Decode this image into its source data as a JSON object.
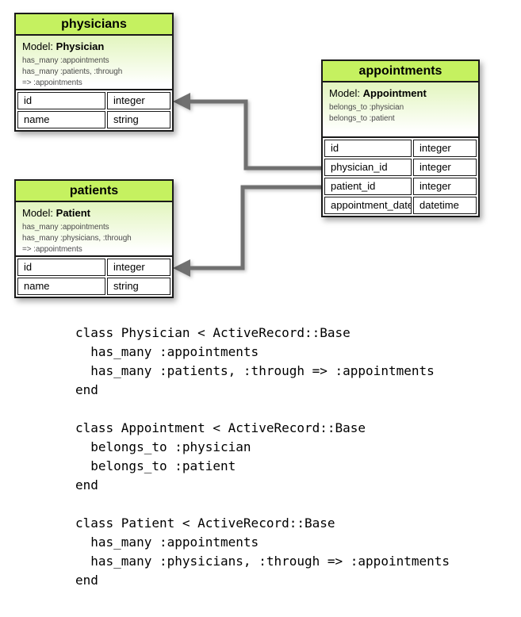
{
  "diagram": {
    "colors": {
      "header_green": "#c5f160",
      "model_gradient_top": "#e2f5be",
      "border": "#1a1a1a",
      "arrow_gray": "#707070",
      "association_text": "#4d4d4d"
    },
    "tables": [
      {
        "title": "physicians",
        "model_label": "Model:",
        "model_name": "Physician",
        "associations": [
          "has_many :appointments",
          "has_many :patients, :through",
          "=> :appointments"
        ],
        "columns": [
          {
            "name": "id",
            "type": "integer"
          },
          {
            "name": "name",
            "type": "string"
          }
        ]
      },
      {
        "title": "appointments",
        "model_label": "Model:",
        "model_name": "Appointment",
        "associations": [
          "belongs_to :physician",
          "belongs_to :patient"
        ],
        "columns": [
          {
            "name": "id",
            "type": "integer"
          },
          {
            "name": "physician_id",
            "type": "integer"
          },
          {
            "name": "patient_id",
            "type": "integer"
          },
          {
            "name": "appointment_date",
            "type": "datetime"
          }
        ]
      },
      {
        "title": "patients",
        "model_label": "Model:",
        "model_name": "Patient",
        "associations": [
          "has_many :appointments",
          "has_many :physicians, :through",
          "=> :appointments"
        ],
        "columns": [
          {
            "name": "id",
            "type": "integer"
          },
          {
            "name": "name",
            "type": "string"
          }
        ]
      }
    ],
    "relationships": [
      {
        "from": "appointments.physician_id",
        "to": "physicians.id"
      },
      {
        "from": "appointments.patient_id",
        "to": "patients.id"
      }
    ]
  },
  "code": {
    "text": "class Physician < ActiveRecord::Base\n  has_many :appointments\n  has_many :patients, :through => :appointments\nend\n\nclass Appointment < ActiveRecord::Base\n  belongs_to :physician\n  belongs_to :patient\nend\n\nclass Patient < ActiveRecord::Base\n  has_many :appointments\n  has_many :physicians, :through => :appointments\nend"
  }
}
